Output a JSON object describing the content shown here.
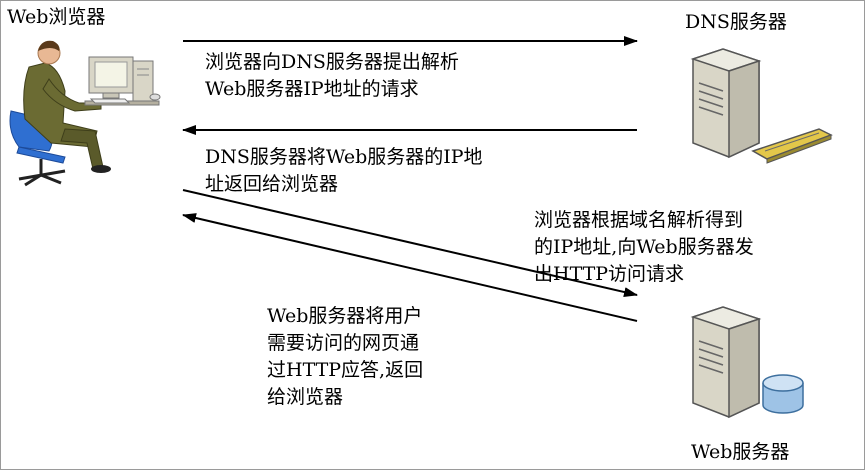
{
  "nodes": {
    "browser": "Web浏览器",
    "dns_server": "DNS服务器",
    "web_server": "Web服务器"
  },
  "messages": {
    "m1": {
      "line1": "浏览器向DNS服务器提出解析",
      "line2": "Web服务器IP地址的请求"
    },
    "m2": {
      "line1": "DNS服务器将Web服务器的IP地",
      "line2": "址返回给浏览器"
    },
    "m3": {
      "line1": "浏览器根据域名解析得到",
      "line2": "的IP地址,向Web服务器发",
      "line3": "出HTTP访问请求"
    },
    "m4": {
      "line1": "Web服务器将用户",
      "line2": "需要访问的网页通",
      "line3": "过HTTP应答,返回",
      "line4": "给浏览器"
    }
  },
  "colors": {
    "arrow": "#000000",
    "server_body": "#d9d6c7",
    "suit": "#6b6b33",
    "chair": "#2f6fd1",
    "disk": "#9ec3e6"
  },
  "icons": [
    "person-at-computer-icon",
    "dns-server-icon",
    "web-server-icon"
  ]
}
